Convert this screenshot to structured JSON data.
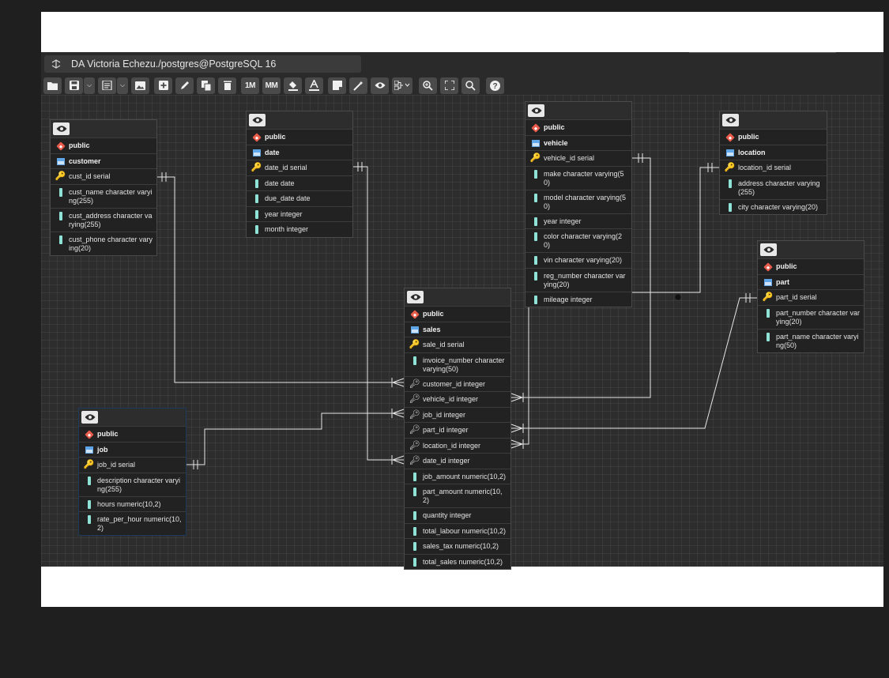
{
  "window": {
    "title": "DA Victoria Echezu./postgres@PostgreSQL 16"
  },
  "toolbar": {
    "buttons": [
      {
        "name": "open-file-button",
        "icon": "folder-icon"
      },
      {
        "name": "save-button",
        "icon": "save-icon"
      },
      {
        "name": "save-options-dropdown",
        "icon": "chevron-down-icon"
      },
      {
        "name": "generate-sql-button",
        "icon": "sql-icon"
      },
      {
        "name": "export-options-dropdown",
        "icon": "chevron-down-icon"
      },
      {
        "name": "download-image-button",
        "icon": "image-icon"
      },
      {
        "name": "add-table-button",
        "icon": "plus-square-icon"
      },
      {
        "name": "edit-table-button",
        "icon": "pencil-icon"
      },
      {
        "name": "clone-table-button",
        "icon": "copy-icon"
      },
      {
        "name": "drop-table-button",
        "icon": "trash-icon"
      },
      {
        "name": "one-to-many-button",
        "label": "1M"
      },
      {
        "name": "many-to-many-button",
        "label": "MM"
      },
      {
        "name": "fill-color-button",
        "icon": "paint-bucket-icon"
      },
      {
        "name": "text-color-button",
        "icon": "text-color-icon"
      },
      {
        "name": "add-note-button",
        "icon": "note-icon"
      },
      {
        "name": "auto-align-button",
        "icon": "magic-wand-icon"
      },
      {
        "name": "show-details-button",
        "icon": "eye-icon"
      },
      {
        "name": "cardinality-notation-button",
        "icon": "notation-icon"
      },
      {
        "name": "zoom-in-button",
        "icon": "zoom-in-icon"
      },
      {
        "name": "zoom-to-fit-button",
        "icon": "fit-icon"
      },
      {
        "name": "zoom-out-button",
        "icon": "zoom-out-icon"
      },
      {
        "name": "help-button",
        "icon": "help-icon"
      }
    ]
  },
  "colors": {
    "canvas": "#2d2d2d",
    "link": "#e6e6e6",
    "pk_icon": "#f0c23a",
    "column_icon": "#8fe3d6",
    "schema_icon": "#e95b4a",
    "table_icon": "#5ea6e8"
  },
  "entities": {
    "customer": {
      "schema": "public",
      "name": "customer",
      "columns": [
        {
          "text": "cust_id serial",
          "icon": "key-icon"
        },
        {
          "text": "cust_name character varying(255)",
          "icon": "column-icon"
        },
        {
          "text": "cust_address character varying(255)",
          "icon": "column-icon"
        },
        {
          "text": "cust_phone character varying(20)",
          "icon": "column-icon"
        }
      ]
    },
    "date": {
      "schema": "public",
      "name": "date",
      "columns": [
        {
          "text": "date_id serial",
          "icon": "key-icon"
        },
        {
          "text": "date date",
          "icon": "column-icon"
        },
        {
          "text": "due_date date",
          "icon": "column-icon"
        },
        {
          "text": "year integer",
          "icon": "column-icon"
        },
        {
          "text": "month integer",
          "icon": "column-icon"
        }
      ]
    },
    "vehicle": {
      "schema": "public",
      "name": "vehicle",
      "columns": [
        {
          "text": "vehicle_id serial",
          "icon": "key-icon"
        },
        {
          "text": "make character varying(50)",
          "icon": "column-icon"
        },
        {
          "text": "model character varying(50)",
          "icon": "column-icon"
        },
        {
          "text": "year integer",
          "icon": "column-icon"
        },
        {
          "text": "color character varying(20)",
          "icon": "column-icon"
        },
        {
          "text": "vin character varying(20)",
          "icon": "column-icon"
        },
        {
          "text": "reg_number character varying(20)",
          "icon": "column-icon"
        },
        {
          "text": "mileage integer",
          "icon": "column-icon"
        }
      ]
    },
    "location": {
      "schema": "public",
      "name": "location",
      "columns": [
        {
          "text": "location_id serial",
          "icon": "key-icon"
        },
        {
          "text": "address character varying(255)",
          "icon": "column-icon"
        },
        {
          "text": "city character varying(20)",
          "icon": "column-icon"
        }
      ]
    },
    "part": {
      "schema": "public",
      "name": "part",
      "columns": [
        {
          "text": "part_id serial",
          "icon": "key-icon"
        },
        {
          "text": "part_number character varying(20)",
          "icon": "column-icon"
        },
        {
          "text": "part_name character varying(50)",
          "icon": "column-icon"
        }
      ]
    },
    "sales": {
      "schema": "public",
      "name": "sales",
      "columns": [
        {
          "text": "sale_id serial",
          "icon": "key-icon"
        },
        {
          "text": "invoice_number character varying(50)",
          "icon": "column-icon"
        },
        {
          "text": "customer_id integer",
          "icon": "fk-icon"
        },
        {
          "text": "vehicle_id integer",
          "icon": "fk-icon"
        },
        {
          "text": "job_id integer",
          "icon": "fk-icon"
        },
        {
          "text": "part_id integer",
          "icon": "fk-icon"
        },
        {
          "text": "location_id integer",
          "icon": "fk-icon"
        },
        {
          "text": "date_id integer",
          "icon": "fk-icon"
        },
        {
          "text": "job_amount numeric(10,2)",
          "icon": "column-icon"
        },
        {
          "text": "part_amount numeric(10,2)",
          "icon": "column-icon"
        },
        {
          "text": "quantity integer",
          "icon": "column-icon"
        },
        {
          "text": "total_labour numeric(10,2)",
          "icon": "column-icon"
        },
        {
          "text": "sales_tax numeric(10,2)",
          "icon": "column-icon"
        },
        {
          "text": "total_sales numeric(10,2)",
          "icon": "column-icon"
        }
      ]
    },
    "job": {
      "schema": "public",
      "name": "job",
      "columns": [
        {
          "text": "job_id serial",
          "icon": "key-icon"
        },
        {
          "text": "description character varying(255)",
          "icon": "column-icon"
        },
        {
          "text": "hours numeric(10,2)",
          "icon": "column-icon"
        },
        {
          "text": "rate_per_hour numeric(10,2)",
          "icon": "column-icon"
        }
      ]
    }
  },
  "relationships": [
    {
      "from": "customer.cust_id",
      "to": "sales.customer_id",
      "cardinality": "one-to-many"
    },
    {
      "from": "date.date_id",
      "to": "sales.date_id",
      "cardinality": "one-to-many"
    },
    {
      "from": "vehicle.vehicle_id",
      "to": "sales.vehicle_id",
      "cardinality": "one-to-many"
    },
    {
      "from": "location.location_id",
      "to": "sales.location_id",
      "cardinality": "one-to-many"
    },
    {
      "from": "part.part_id",
      "to": "sales.part_id",
      "cardinality": "one-to-many"
    },
    {
      "from": "job.job_id",
      "to": "sales.job_id",
      "cardinality": "one-to-many"
    }
  ]
}
